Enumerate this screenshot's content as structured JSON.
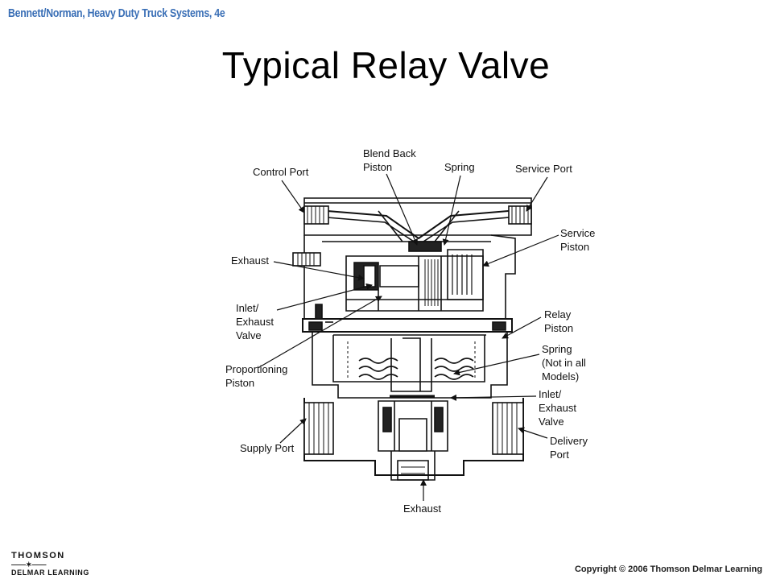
{
  "header": {
    "book_title": "Bennett/Norman, Heavy Duty Truck Systems, 4e"
  },
  "slide": {
    "title": "Typical Relay Valve"
  },
  "diagram": {
    "labels": {
      "control_port": "Control Port",
      "blend_back_1": "Blend Back",
      "blend_back_2": "Piston",
      "spring_top": "Spring",
      "service_port": "Service Port",
      "service_piston_1": "Service",
      "service_piston_2": "Piston",
      "exhaust_left": "Exhaust",
      "inlet_exhaust_left_1": "Inlet/",
      "inlet_exhaust_left_2": "Exhaust",
      "inlet_exhaust_left_3": "Valve",
      "relay_piston_1": "Relay",
      "relay_piston_2": "Piston",
      "spring_right_1": "Spring",
      "spring_right_2": "(Not in all",
      "spring_right_3": "Models)",
      "proportioning_1": "Proportioning",
      "proportioning_2": "Piston",
      "inlet_exhaust_right_1": "Inlet/",
      "inlet_exhaust_right_2": "Exhaust",
      "inlet_exhaust_right_3": "Valve",
      "supply_port": "Supply Port",
      "delivery_port_1": "Delivery",
      "delivery_port_2": "Port",
      "exhaust_bottom": "Exhaust"
    }
  },
  "footer": {
    "logo_line1": "THOMSON",
    "logo_line2": "DELMAR LEARNING",
    "copyright": "Copyright © 2006 Thomson Delmar Learning"
  }
}
